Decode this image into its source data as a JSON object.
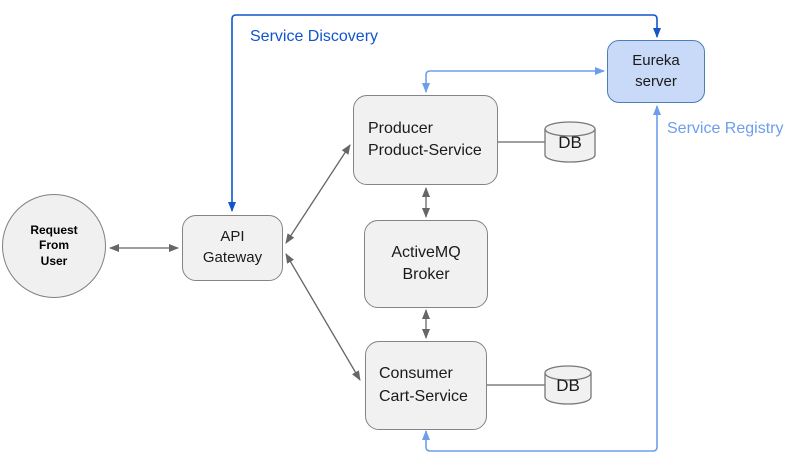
{
  "diagram": {
    "nodes": {
      "request_user": {
        "label": "Request\nFrom\nUser"
      },
      "api_gateway": {
        "label": "API\nGateway"
      },
      "producer": {
        "label": "Producer\nProduct-Service"
      },
      "activemq": {
        "label": "ActiveMQ\nBroker"
      },
      "consumer": {
        "label": "Consumer\nCart-Service"
      },
      "eureka": {
        "label": "Eureka\nserver"
      },
      "db_product": {
        "label": "DB"
      },
      "db_cart": {
        "label": "DB"
      }
    },
    "edge_labels": {
      "service_discovery": "Service Discovery",
      "service_registry": "Service Registry"
    },
    "colors": {
      "dark_blue": "#1155cc",
      "light_blue": "#6d9eeb",
      "arrow_gray": "#666666",
      "node_fill": "#f1f1f1",
      "node_border": "#848484",
      "eureka_fill": "#c9daf8",
      "eureka_border": "#4a7ebb"
    }
  }
}
